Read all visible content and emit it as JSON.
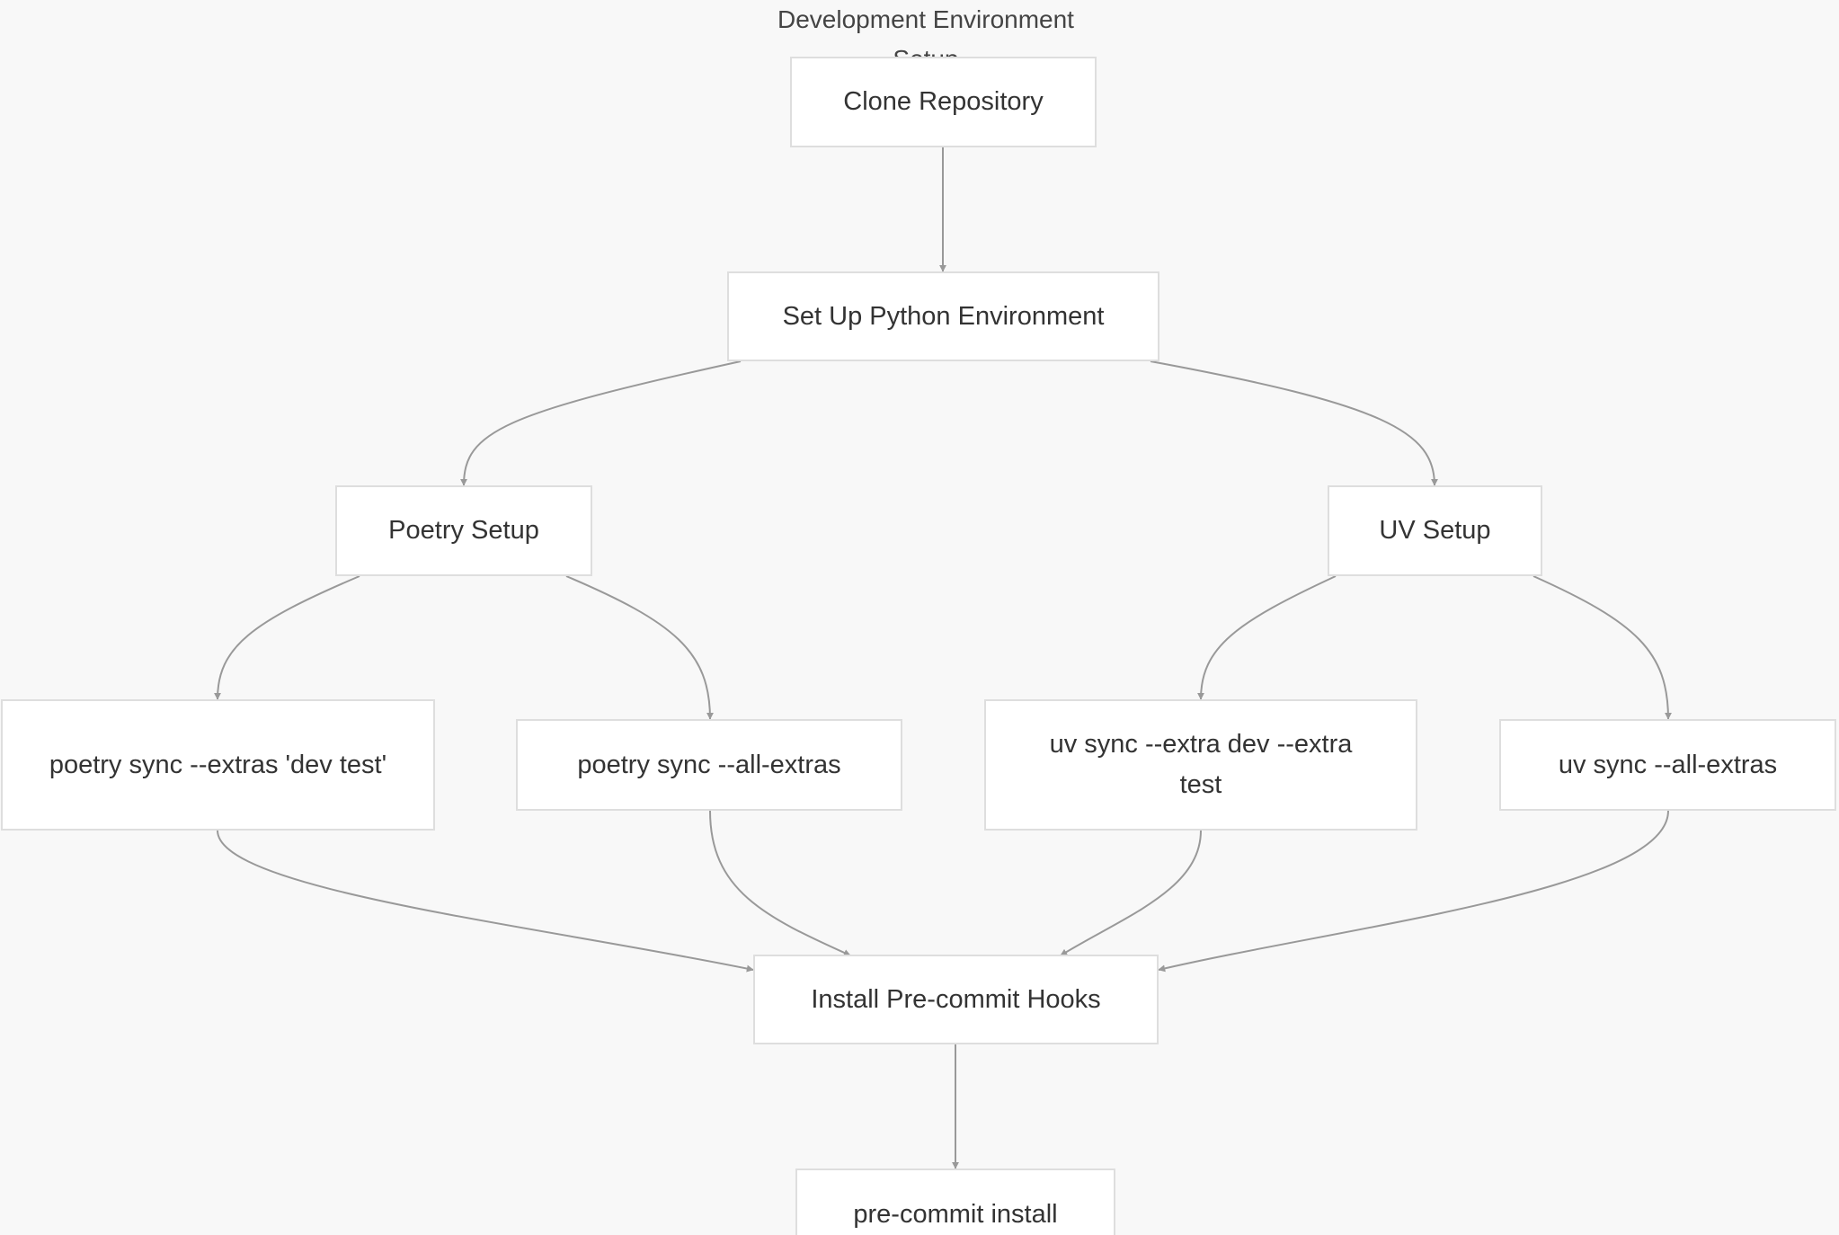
{
  "diagram": {
    "title": "Development Environment Setup",
    "nodes": {
      "clone": "Clone Repository",
      "python_env": "Set Up Python Environment",
      "poetry_setup": "Poetry Setup",
      "uv_setup": "UV Setup",
      "poetry_sync_extras": "poetry sync --extras 'dev test'",
      "poetry_sync_all": "poetry sync --all-extras",
      "uv_sync_extra": "uv sync --extra dev --extra test",
      "uv_sync_all": "uv sync --all-extras",
      "precommit_hooks": "Install Pre-commit Hooks",
      "precommit_install": "pre-commit install"
    },
    "colors": {
      "background": "#f8f8f8",
      "node_fill": "#ffffff",
      "node_border": "#dedede",
      "edge": "#999999",
      "text": "#333333"
    }
  }
}
